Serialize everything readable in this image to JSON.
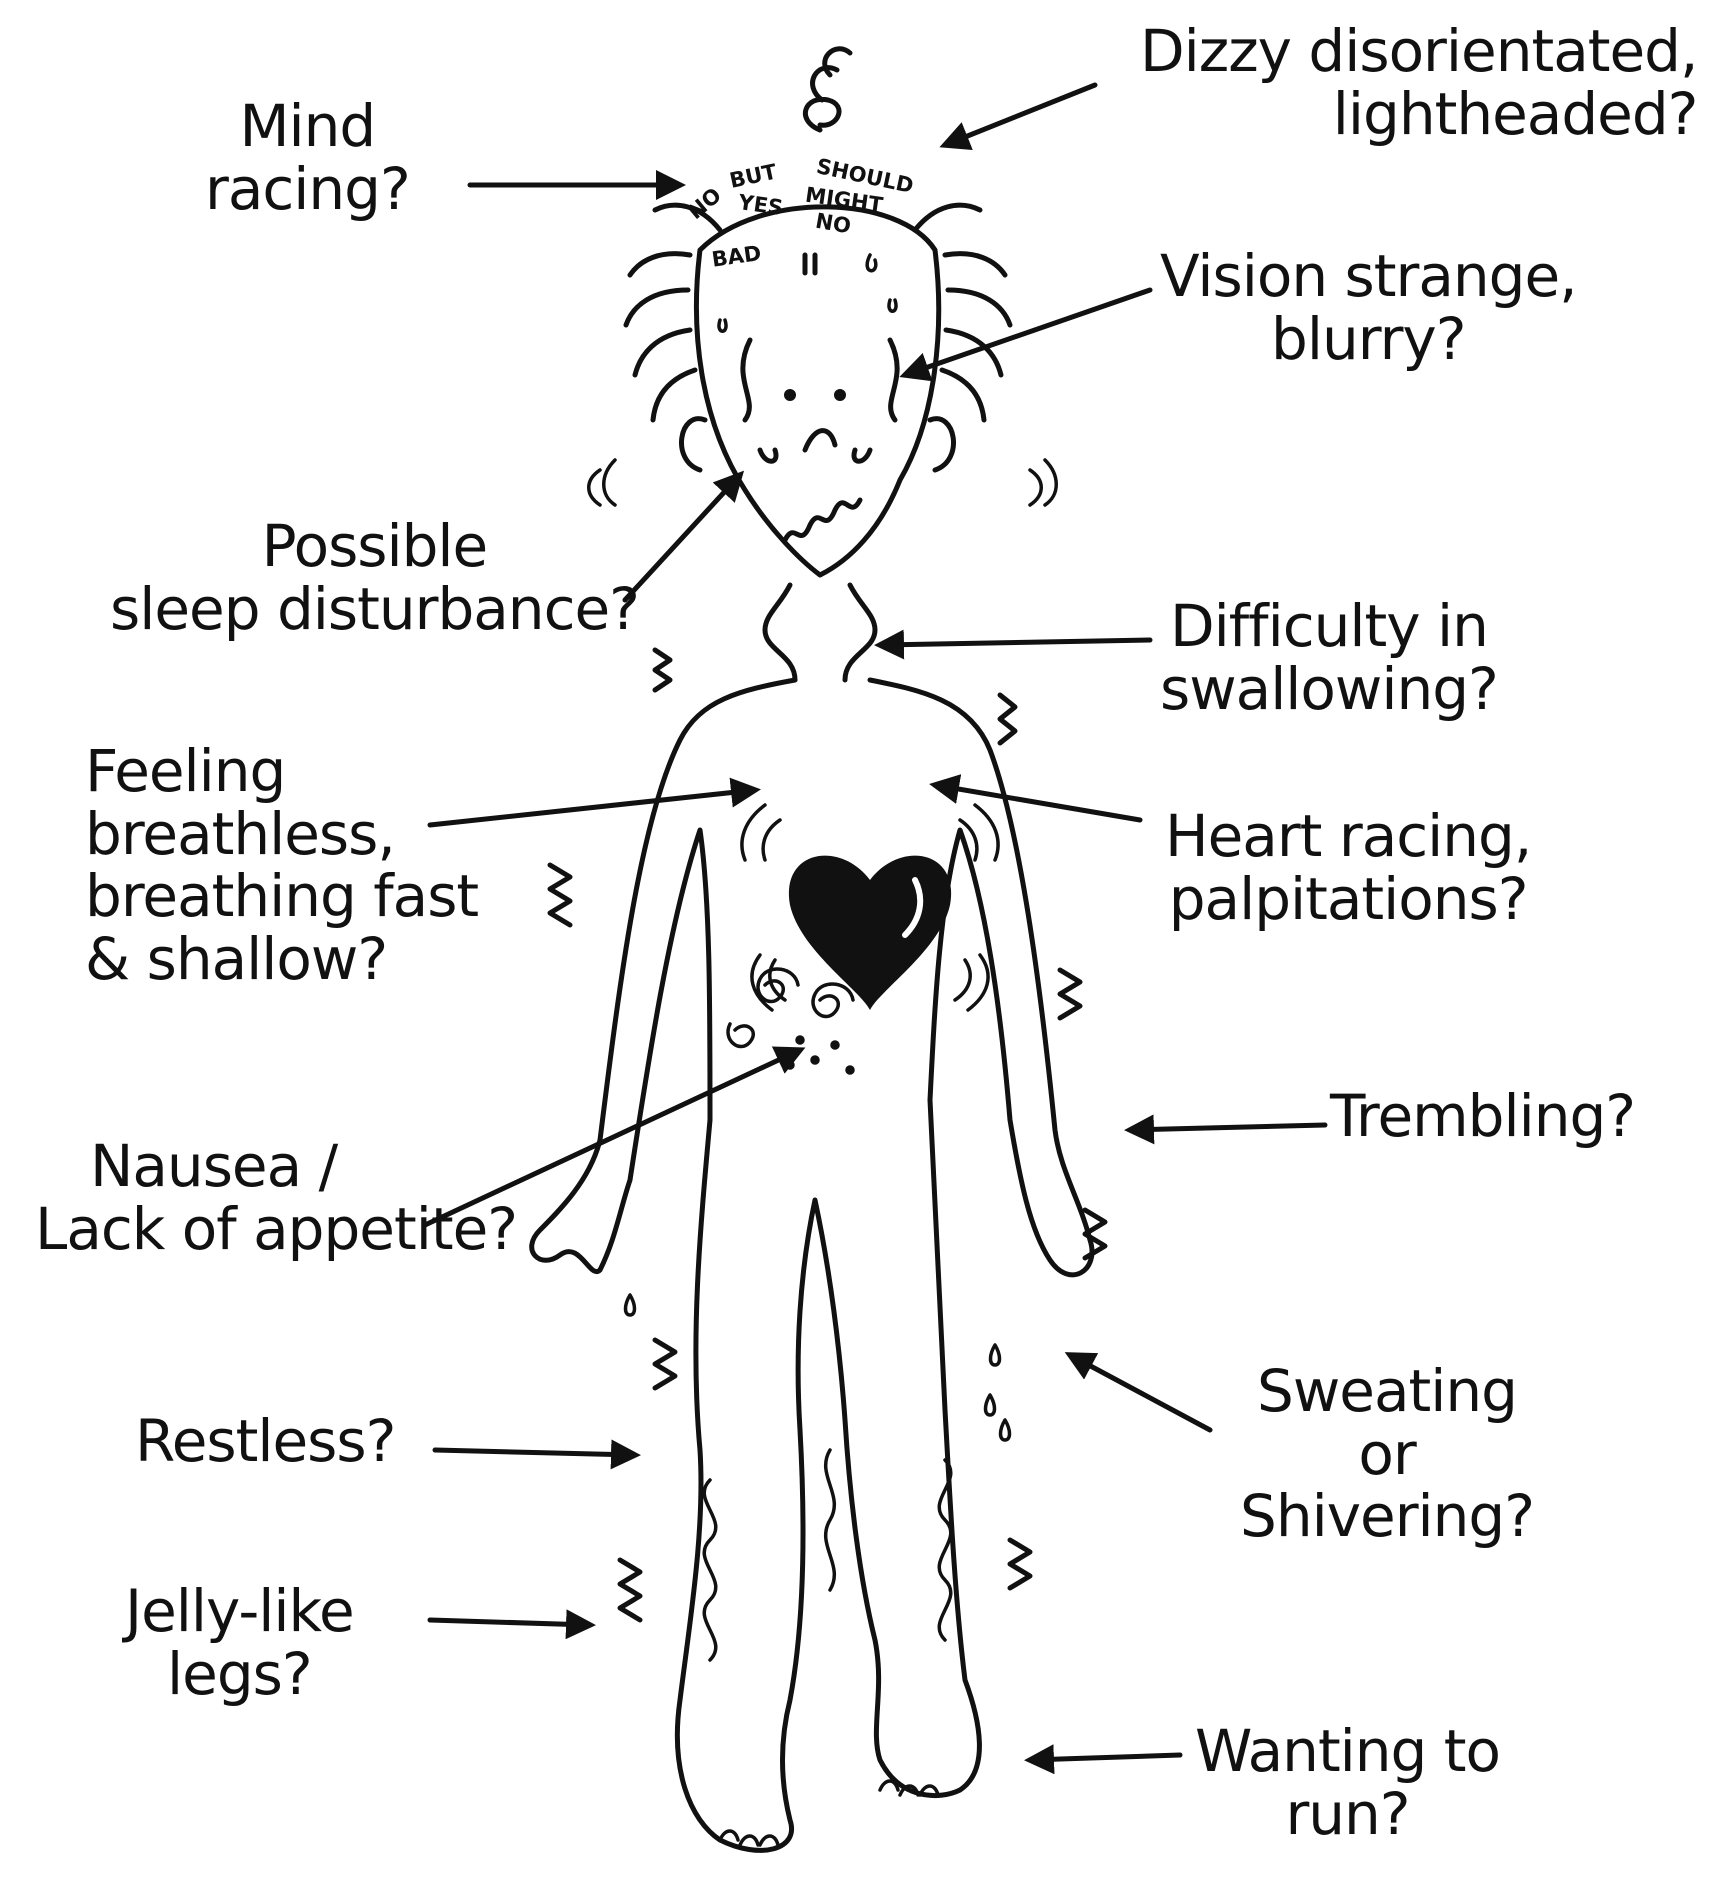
{
  "diagram": {
    "ink_color": "#111111",
    "background": "#ffffff",
    "head_words": [
      "NO",
      "BUT",
      "SHOULD",
      "MIGHT",
      "YES",
      "NO",
      "BAD"
    ],
    "labels": {
      "mind_racing": [
        "Mind",
        "racing?"
      ],
      "dizzy": [
        "Dizzy disorientated,",
        "lightheaded?"
      ],
      "vision": [
        "Vision strange,",
        "blurry?"
      ],
      "sleep": [
        "Possible",
        "sleep disturbance?"
      ],
      "swallowing": [
        "Difficulty in",
        "swallowing?"
      ],
      "breathless": [
        "Feeling",
        "breathless,",
        "breathing fast",
        "& shallow?"
      ],
      "heart": [
        "Heart racing,",
        "palpitations?"
      ],
      "trembling": [
        "Trembling?"
      ],
      "nausea": [
        "Nausea /",
        "Lack of appetite?"
      ],
      "restless": [
        "Restless?"
      ],
      "sweating": [
        "Sweating",
        "or",
        "Shivering?"
      ],
      "jelly_legs": [
        "Jelly-like",
        "legs?"
      ],
      "wanting_run": [
        "Wanting to",
        "run?"
      ]
    }
  }
}
